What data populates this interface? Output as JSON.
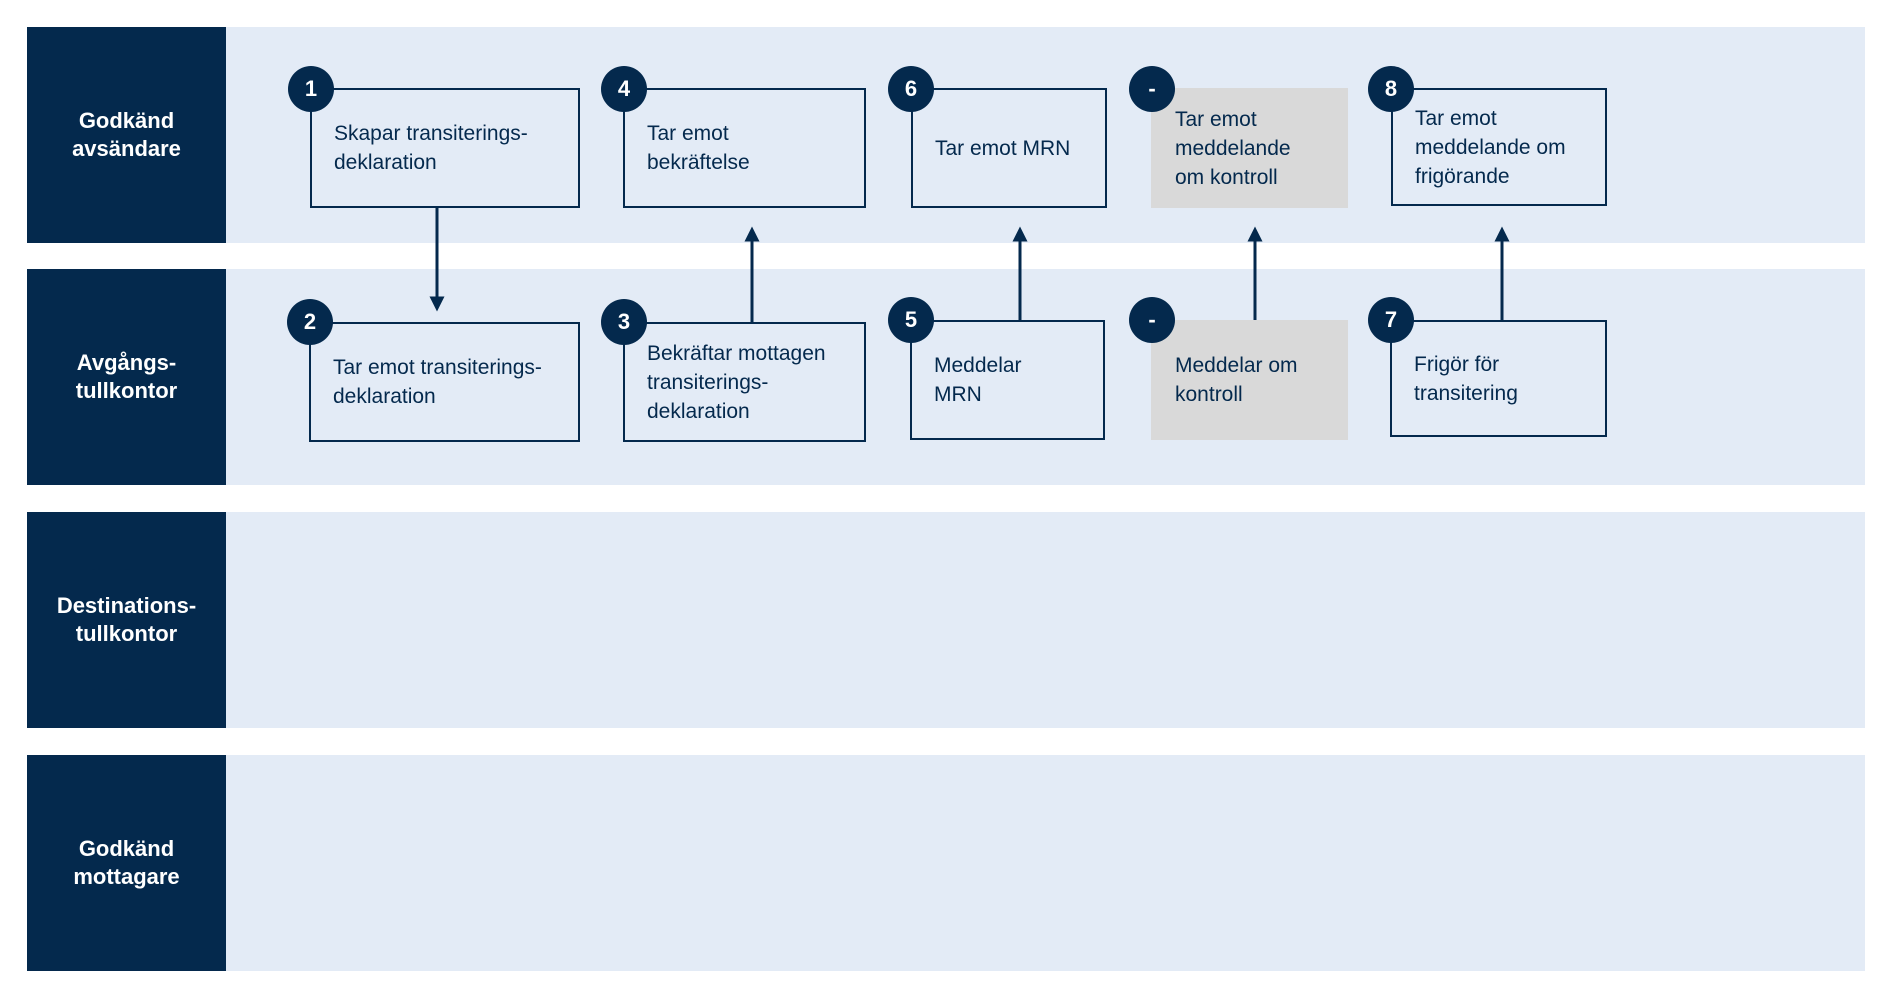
{
  "lanes": [
    {
      "id": "godkand-avsandare",
      "label_lines": [
        "Godkänd",
        "avsändare"
      ]
    },
    {
      "id": "avgangstullkontor",
      "label_lines": [
        "Avgångs-",
        "tullkontor"
      ]
    },
    {
      "id": "destinationstullkontor",
      "label_lines": [
        "Destinations-",
        "tullkontor"
      ]
    },
    {
      "id": "godkand-mottagare",
      "label_lines": [
        "Godkänd",
        "mottagare"
      ]
    }
  ],
  "steps": {
    "s1": {
      "badge": "1",
      "lines": [
        "Skapar transiterings-",
        "deklaration"
      ]
    },
    "s2": {
      "badge": "2",
      "lines": [
        "Tar emot transiterings-",
        "deklaration"
      ]
    },
    "s3": {
      "badge": "3",
      "lines": [
        "Bekräftar mottagen",
        "transiterings-",
        "deklaration"
      ]
    },
    "s4": {
      "badge": "4",
      "lines": [
        "Tar emot",
        "bekräftelse"
      ]
    },
    "s5": {
      "badge": "5",
      "lines": [
        "Meddelar",
        "MRN"
      ]
    },
    "s6": {
      "badge": "6",
      "lines": [
        "Tar emot MRN"
      ]
    },
    "s_ctrl_send": {
      "badge": "-",
      "lines": [
        "Meddelar om",
        "kontroll"
      ]
    },
    "s_ctrl_recv": {
      "badge": "-",
      "lines": [
        "Tar emot",
        "meddelande",
        "om kontroll"
      ]
    },
    "s7": {
      "badge": "7",
      "lines": [
        "Frigör för",
        "transitering"
      ]
    },
    "s8": {
      "badge": "8",
      "lines": [
        "Tar emot",
        "meddelande om",
        "frigörande"
      ]
    }
  },
  "colors": {
    "navy": "#04294d",
    "lane_bg": "#e3ebf6",
    "optional_bg": "#d9d9d9"
  }
}
